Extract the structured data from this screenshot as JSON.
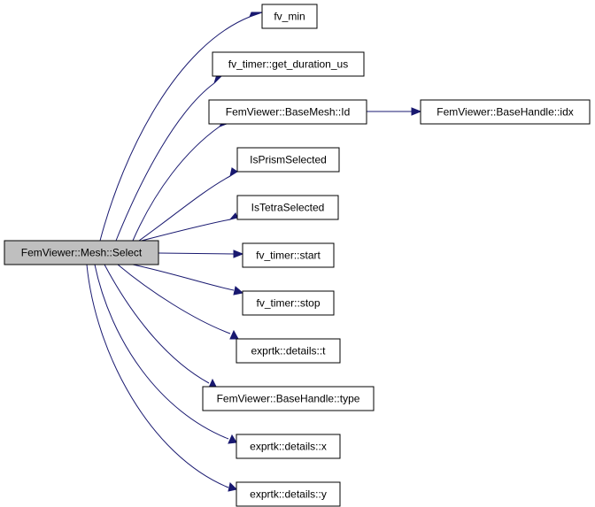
{
  "graph": {
    "root": {
      "id": "root",
      "label": "FemViewer::Mesh::Select"
    },
    "nodes": [
      {
        "id": "fv_min",
        "label": "fv_min"
      },
      {
        "id": "get_duration",
        "label": "fv_timer::get_duration_us"
      },
      {
        "id": "basemesh_id",
        "label": "FemViewer::BaseMesh::Id"
      },
      {
        "id": "basehandle_idx",
        "label": "FemViewer::BaseHandle::idx"
      },
      {
        "id": "isprism",
        "label": "IsPrismSelected"
      },
      {
        "id": "istetra",
        "label": "IsTetraSelected"
      },
      {
        "id": "timer_start",
        "label": "fv_timer::start"
      },
      {
        "id": "timer_stop",
        "label": "fv_timer::stop"
      },
      {
        "id": "details_t",
        "label": "exprtk::details::t"
      },
      {
        "id": "basehandle_type",
        "label": "FemViewer::BaseHandle::type"
      },
      {
        "id": "details_x",
        "label": "exprtk::details::x"
      },
      {
        "id": "details_y",
        "label": "exprtk::details::y"
      }
    ],
    "edges": [
      {
        "from": "root",
        "to": "fv_min"
      },
      {
        "from": "root",
        "to": "get_duration"
      },
      {
        "from": "root",
        "to": "basemesh_id"
      },
      {
        "from": "basemesh_id",
        "to": "basehandle_idx"
      },
      {
        "from": "root",
        "to": "isprism"
      },
      {
        "from": "root",
        "to": "istetra"
      },
      {
        "from": "root",
        "to": "timer_start"
      },
      {
        "from": "root",
        "to": "timer_stop"
      },
      {
        "from": "root",
        "to": "details_t"
      },
      {
        "from": "root",
        "to": "basehandle_type"
      },
      {
        "from": "root",
        "to": "details_x"
      },
      {
        "from": "root",
        "to": "details_y"
      }
    ],
    "colors": {
      "edge": "#191970",
      "root_fill": "#bfbfbf",
      "node_fill": "#ffffff",
      "border": "#000000"
    }
  }
}
